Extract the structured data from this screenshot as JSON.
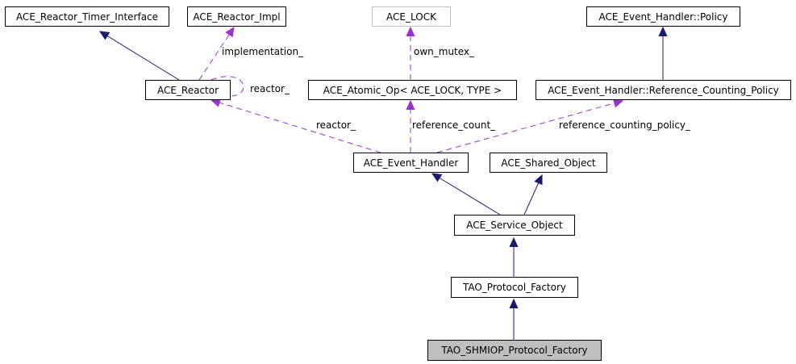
{
  "colors": {
    "inheritance": "#191970",
    "usage": "#9a32cd",
    "focus_fill": "#bfbfbf",
    "inactive_border": "#bfbfbf"
  },
  "nodes": {
    "timer_interface": "ACE_Reactor_Timer_Interface",
    "reactor_impl": "ACE_Reactor_Impl",
    "ace_lock": "ACE_LOCK",
    "policy": "ACE_Event_Handler::Policy",
    "reactor": "ACE_Reactor",
    "atomic_op": "ACE_Atomic_Op< ACE_LOCK, TYPE >",
    "ref_counting_policy": "ACE_Event_Handler::Reference_Counting_Policy",
    "event_handler": "ACE_Event_Handler",
    "shared_object": "ACE_Shared_Object",
    "service_object": "ACE_Service_Object",
    "protocol_factory": "TAO_Protocol_Factory",
    "shmiop_protocol_factory": "TAO_SHMIOP_Protocol_Factory"
  },
  "edge_labels": {
    "implementation": "implementation_",
    "reactor_self": "reactor_",
    "own_mutex": "own_mutex_",
    "reactor": "reactor_",
    "reference_count": "reference_count_",
    "reference_counting_policy": "reference_counting_policy_"
  }
}
